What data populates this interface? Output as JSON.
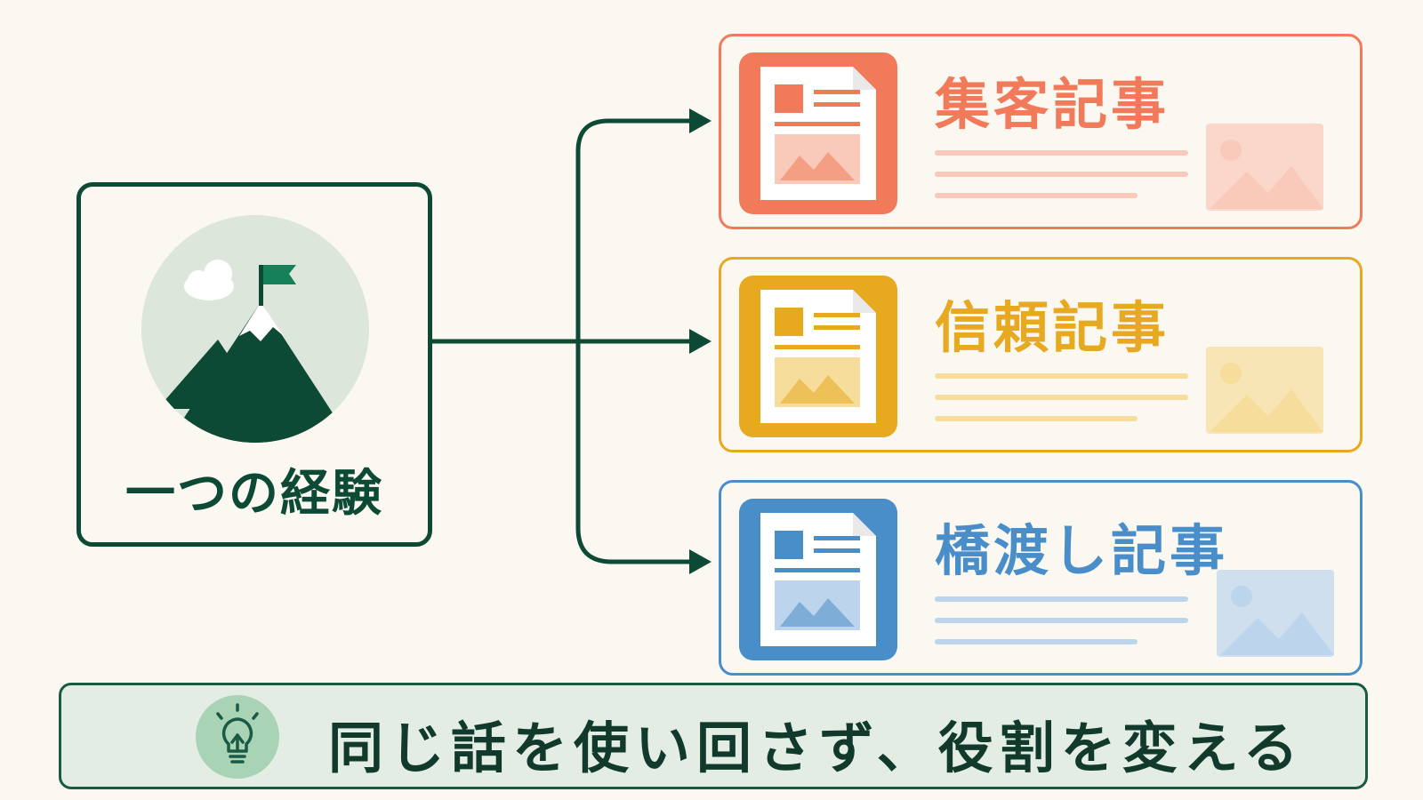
{
  "source": {
    "label": "一つの経験",
    "icon": "mountain-flag-icon",
    "color": "#0d4a36"
  },
  "cards": [
    {
      "id": "attract",
      "title": "集客記事",
      "color": "#f07a5a",
      "light": "#f9c9b9",
      "icon": "document-icon"
    },
    {
      "id": "trust",
      "title": "信頼記事",
      "color": "#e6a91f",
      "light": "#f6dd9c",
      "icon": "document-icon"
    },
    {
      "id": "bridge",
      "title": "橋渡し記事",
      "color": "#4a8ec9",
      "light": "#bcd4ec",
      "icon": "document-icon"
    }
  ],
  "tip": {
    "icon": "lightbulb-icon",
    "text": "同じ話を使い回さず、役割を変える"
  }
}
